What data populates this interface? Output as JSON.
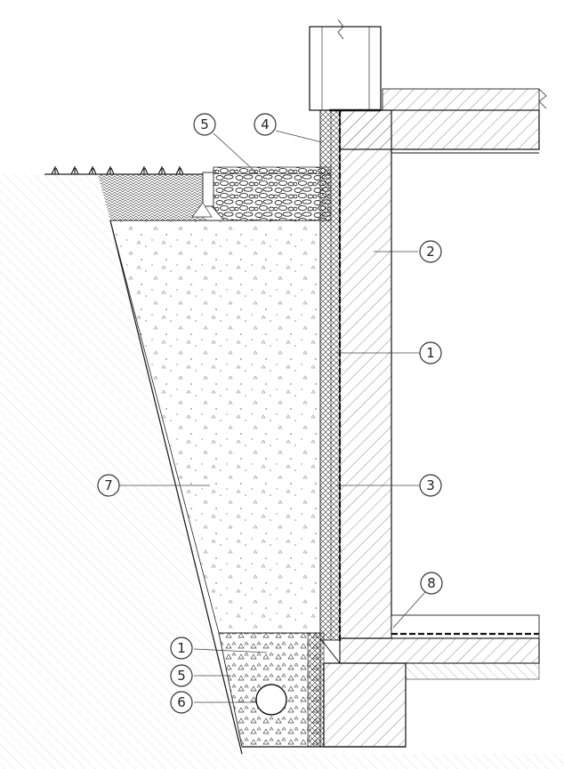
{
  "callouts": [
    {
      "id": "c5-top",
      "label": "5"
    },
    {
      "id": "c4",
      "label": "4"
    },
    {
      "id": "c2",
      "label": "2"
    },
    {
      "id": "c1-right",
      "label": "1"
    },
    {
      "id": "c7",
      "label": "7"
    },
    {
      "id": "c3",
      "label": "3"
    },
    {
      "id": "c8",
      "label": "8"
    },
    {
      "id": "c1-bottom",
      "label": "1"
    },
    {
      "id": "c5-bottom",
      "label": "5"
    },
    {
      "id": "c6",
      "label": "6"
    }
  ]
}
